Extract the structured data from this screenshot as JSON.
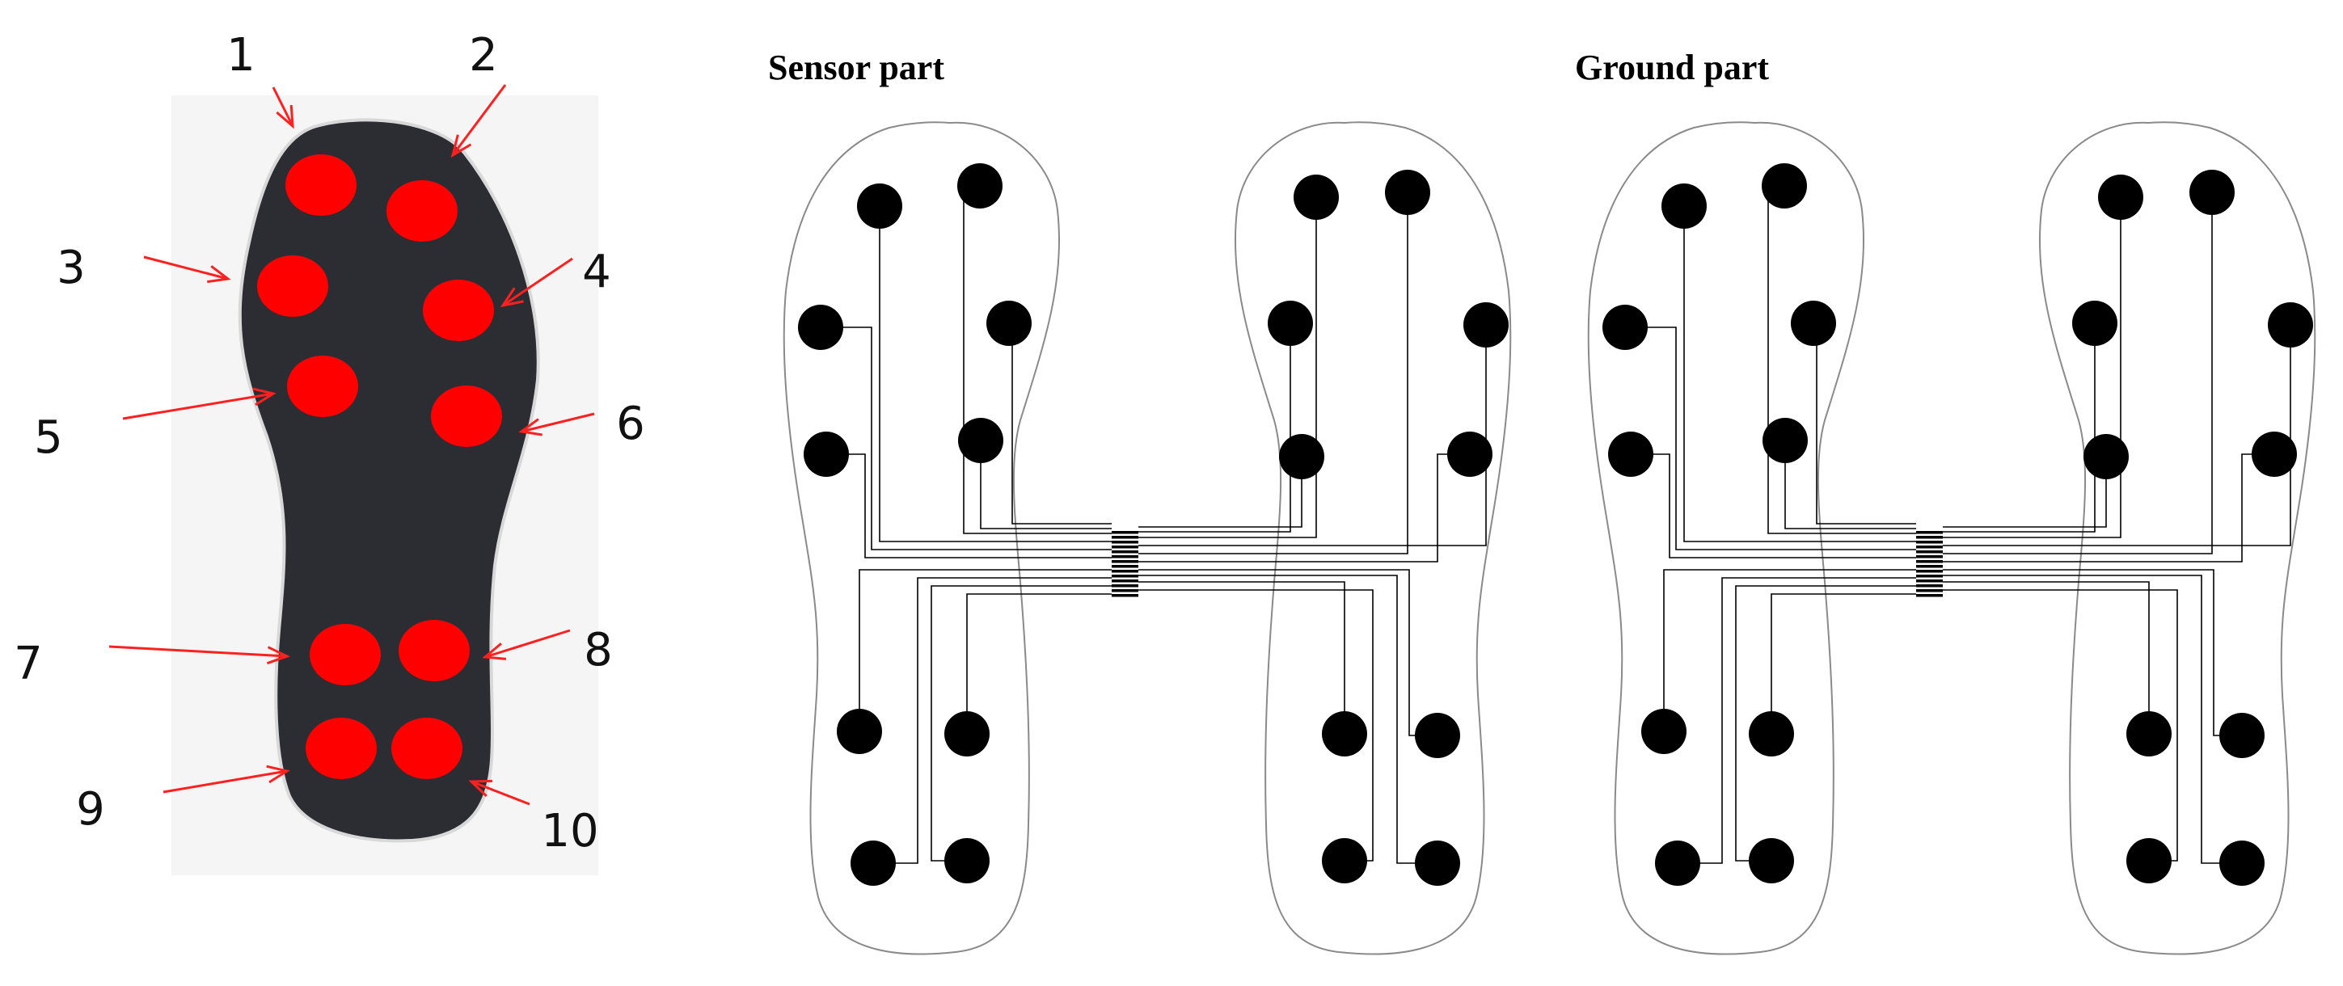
{
  "insole": {
    "labels": [
      "1",
      "2",
      "3",
      "4",
      "5",
      "6",
      "7",
      "8",
      "9",
      "10"
    ],
    "colors": {
      "sole": "#2b2d33",
      "sensor": "#ff0000",
      "arrow": "#ff2020",
      "background": "#f5f5f5"
    }
  },
  "layouts": {
    "sensor_heading": "Sensor part",
    "ground_heading": "Ground part"
  }
}
